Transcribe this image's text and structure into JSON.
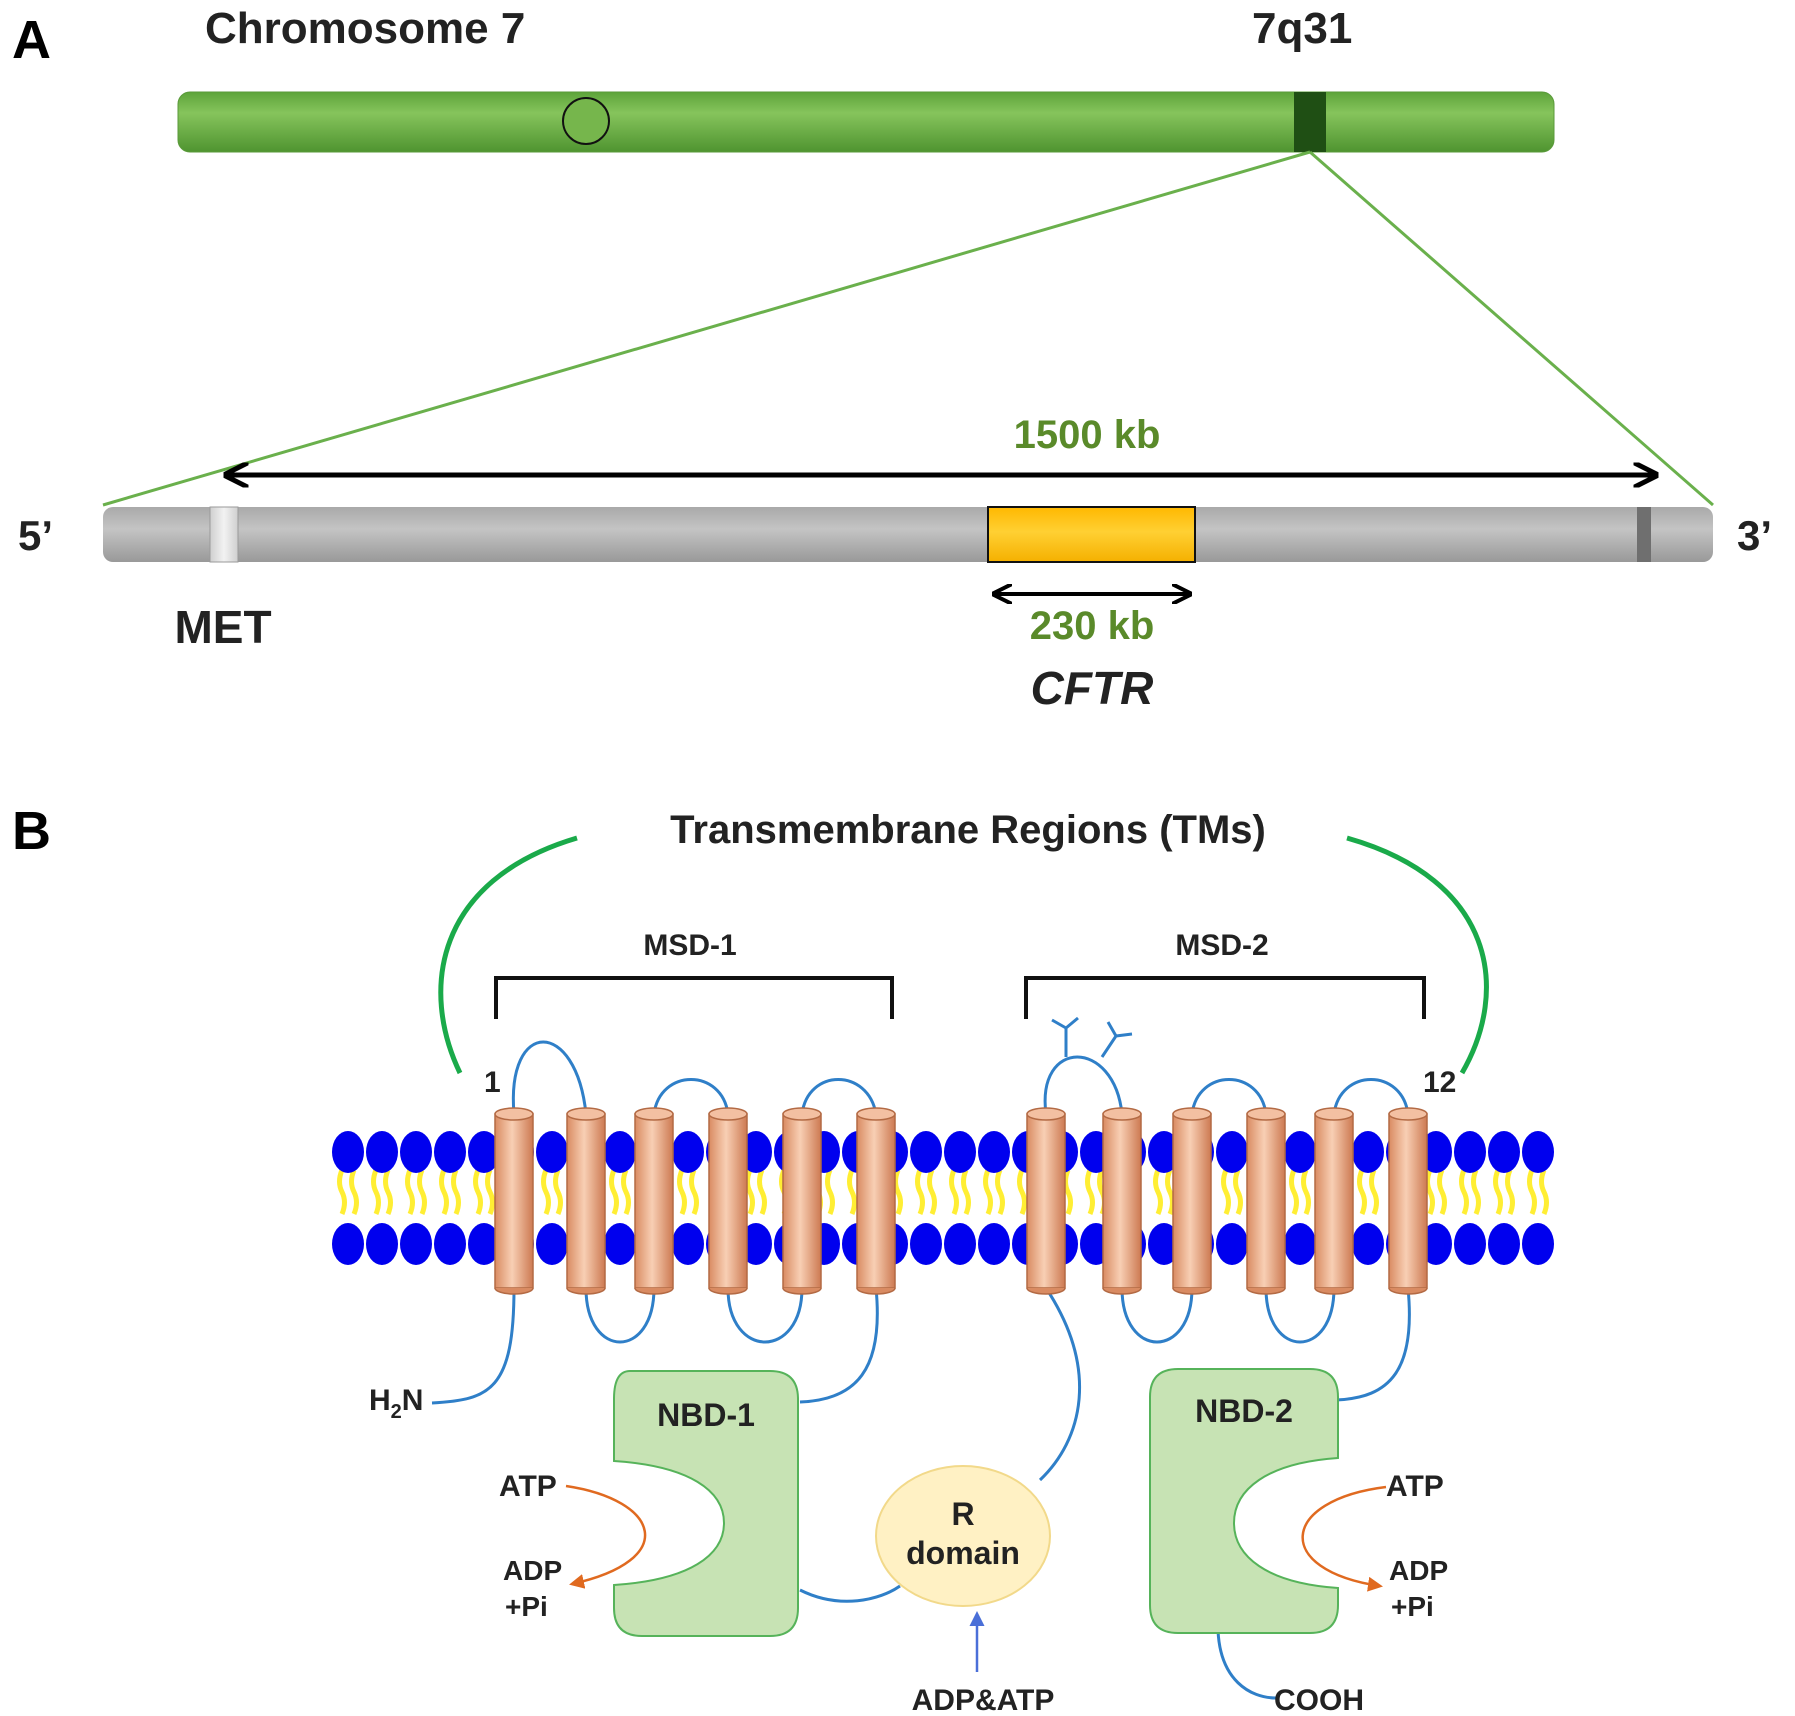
{
  "panel_a": {
    "panel_label": "A",
    "chromosome_label": "Chromosome 7",
    "locus_label": "7q31",
    "span_label": "1500 kb",
    "five_prime": "5’",
    "three_prime": "3’",
    "met_label": "MET",
    "gene_span_label": "230 kb",
    "gene_label": "CFTR",
    "colors": {
      "chromosome": "#6ab04c",
      "region": "#b4b4b4",
      "gene": "#ffc000",
      "kb_text": "#5a8a2a"
    }
  },
  "panel_b": {
    "panel_label": "B",
    "title": "Transmembrane Regions (TMs)",
    "msd1": "MSD-1",
    "msd2": "MSD-2",
    "tm_first": "1",
    "tm_last": "12",
    "n_terminus_h": "H",
    "n_terminus_sub": "2",
    "n_terminus_n": "N",
    "c_terminus": "COOH",
    "nbd1": "NBD-1",
    "nbd2": "NBD-2",
    "r_domain_line1": "R",
    "r_domain_line2": "domain",
    "atp_left": "ATP",
    "adp_left_1": "ADP",
    "adp_left_2": "+Pi",
    "atp_right": "ATP",
    "adp_right_1": "ADP",
    "adp_right_2": "+Pi",
    "regulator": "ADP&ATP",
    "colors": {
      "head": "#0000ee",
      "tail": "#ffee33",
      "helix": "#e9a47f",
      "loop": "#2f7fc8",
      "nbd": "#c7e3b4",
      "r_domain": "#fff1c4",
      "arc": "#1aaa4a",
      "atp_arrow": "#e06a20"
    }
  }
}
